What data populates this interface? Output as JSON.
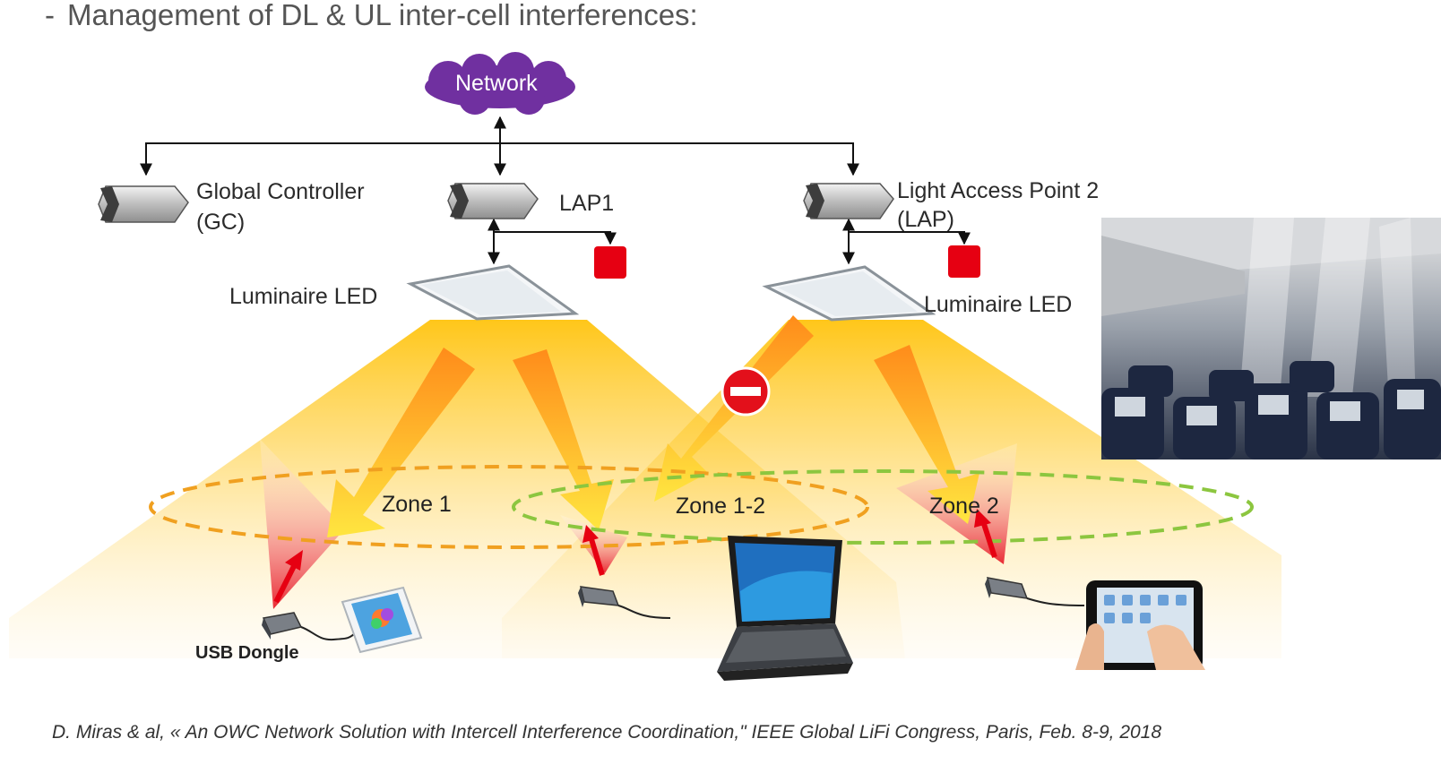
{
  "title": {
    "dash": "-",
    "text": "Management of DL & UL inter-cell interferences:"
  },
  "network": {
    "label": "Network",
    "color": "#7030a0"
  },
  "nodes": {
    "gc": {
      "line1": "Global Controller",
      "line2": "(GC)"
    },
    "lap1": {
      "label": "LAP1"
    },
    "lap2": {
      "line1": "Light Access Point 2",
      "line2": "(LAP)"
    }
  },
  "luminaires": {
    "left": "Luminaire LED",
    "right": "Luminaire LED"
  },
  "zones": {
    "zone1": "Zone 1",
    "zone12": "Zone 1-2",
    "zone2": "Zone 2"
  },
  "devices": {
    "usb_dongle": "USB Dongle"
  },
  "citation": "D. Miras & al, « An OWC Network Solution with Intercell Interference Coordination,\" IEEE Global LiFi Congress,  Paris, Feb. 8-9, 2018",
  "colors": {
    "controller_red": "#e60012",
    "light_orange": "#ffa500",
    "zone1_dash": "#f0a020",
    "zone2_dash": "#8cc63f",
    "no_entry": "#e3101b"
  }
}
